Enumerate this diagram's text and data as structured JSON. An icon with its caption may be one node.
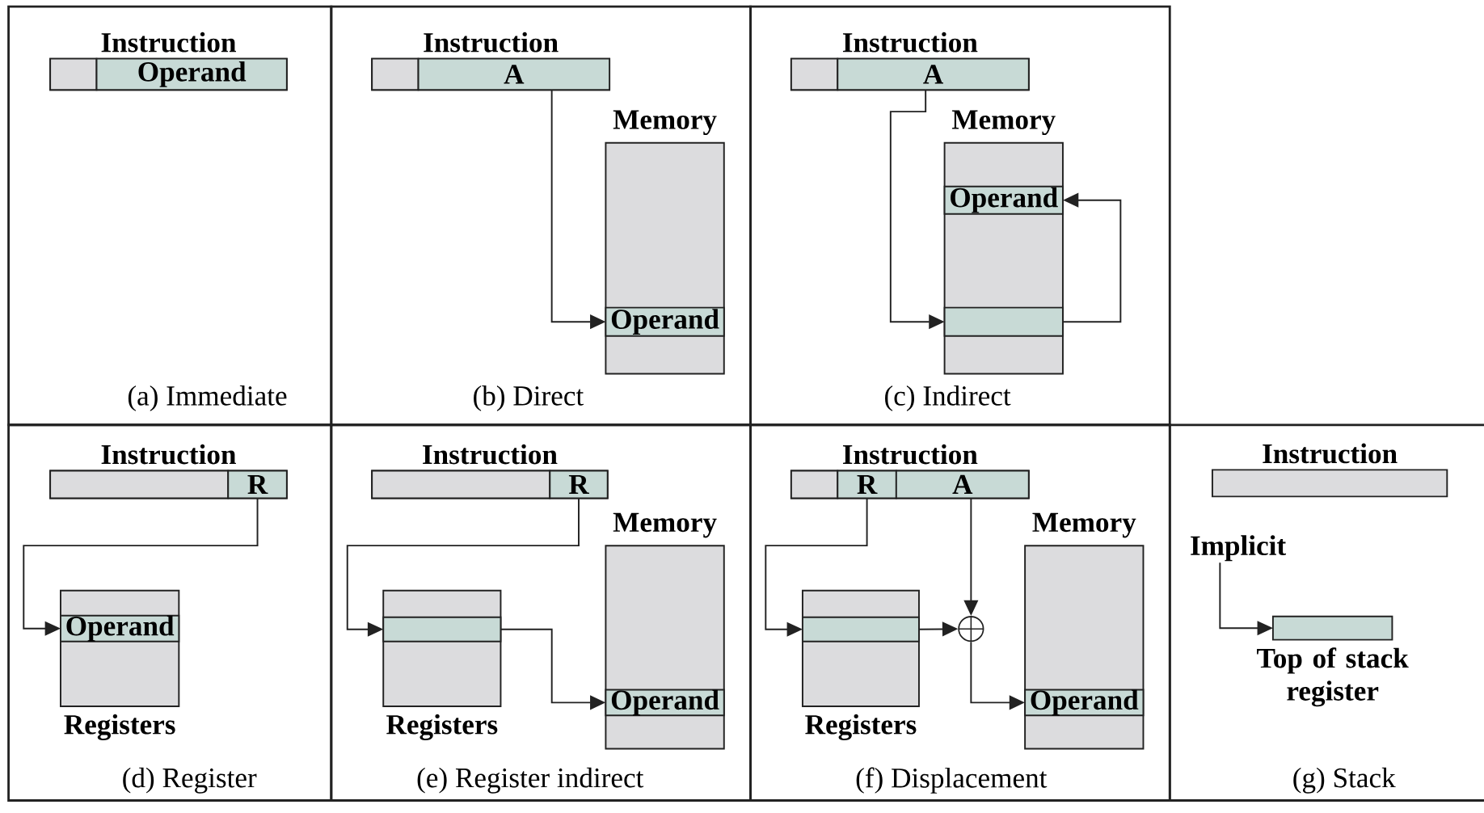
{
  "diagram": {
    "nodes": [
      {
        "text": [
          "(a) Immediate"
        ]
      },
      {
        "text": [
          "Instruction"
        ],
        "in": 0
      },
      {
        "text": [],
        "shape": "box",
        "in": 1
      },
      {
        "text": [
          "Operand"
        ],
        "in": 1
      },
      {
        "text": [
          "(b) Direct"
        ]
      },
      {
        "text": [
          "Instruction"
        ],
        "in": 4
      },
      {
        "text": [],
        "shape": "box",
        "in": 5
      },
      {
        "text": [
          "A"
        ],
        "in": 5
      },
      {
        "text": [
          "Memory"
        ],
        "in": 4
      },
      {
        "text": [
          "Operand"
        ],
        "in": 8
      },
      {
        "text": [
          "(c) Indirect"
        ]
      },
      {
        "text": [
          "Instruction"
        ],
        "in": 10
      },
      {
        "text": [],
        "shape": "box",
        "in": 11
      },
      {
        "text": [
          "A"
        ],
        "in": 11
      },
      {
        "text": [
          "Memory"
        ],
        "in": 10
      },
      {
        "text": [
          "Operand"
        ],
        "in": 14
      },
      {
        "text": [],
        "shape": "box",
        "in": 14
      },
      {
        "text": [
          "(d) Register"
        ]
      },
      {
        "text": [
          "Instruction"
        ],
        "in": 17
      },
      {
        "text": [],
        "shape": "box",
        "in": 18
      },
      {
        "text": [
          "R"
        ],
        "in": 18
      },
      {
        "text": [
          "Registers"
        ],
        "in": 17
      },
      {
        "text": [
          "Operand"
        ],
        "in": 21
      },
      {
        "text": [
          "(e) Register indirect"
        ]
      },
      {
        "text": [
          "Instruction"
        ],
        "in": 23
      },
      {
        "text": [],
        "shape": "box",
        "in": 24
      },
      {
        "text": [
          "R"
        ],
        "in": 24
      },
      {
        "text": [
          "Registers"
        ],
        "in": 23
      },
      {
        "text": [],
        "shape": "box",
        "in": 27
      },
      {
        "text": [
          "Memory"
        ],
        "in": 23
      },
      {
        "text": [
          "Operand"
        ],
        "in": 29
      },
      {
        "text": [
          "(f) Displacement"
        ]
      },
      {
        "text": [
          "Instruction"
        ],
        "in": 31
      },
      {
        "text": [],
        "shape": "box",
        "in": 32
      },
      {
        "text": [
          "R"
        ],
        "in": 32
      },
      {
        "text": [
          "A"
        ],
        "in": 32
      },
      {
        "text": [
          "Registers"
        ],
        "in": 31
      },
      {
        "text": [],
        "shape": "box",
        "in": 36
      },
      {
        "text": [],
        "shape": "circle",
        "in": 31
      },
      {
        "text": [
          "Memory"
        ],
        "in": 31
      },
      {
        "text": [
          "Operand"
        ],
        "in": 39
      },
      {
        "text": [
          "(g) Stack"
        ]
      },
      {
        "text": [
          "Instruction"
        ],
        "in": 41
      },
      {
        "text": [
          "Implicit"
        ],
        "in": 41
      },
      {
        "text": [
          "Top of stack register"
        ],
        "in": 41
      }
    ],
    "edges": [
      {
        "from": 7,
        "to": 9,
        "arrow": "to"
      },
      {
        "from": 13,
        "to": 16,
        "arrow": "to"
      },
      {
        "from": 16,
        "to": 15,
        "arrow": "to"
      },
      {
        "from": 20,
        "to": 22,
        "arrow": "to"
      },
      {
        "from": 26,
        "to": 28,
        "arrow": "to"
      },
      {
        "from": 28,
        "to": 30,
        "arrow": "to"
      },
      {
        "from": 34,
        "to": 37,
        "arrow": "to"
      },
      {
        "from": 35,
        "to": 38,
        "arrow": "to"
      },
      {
        "from": 37,
        "to": 38,
        "arrow": "to"
      },
      {
        "from": 38,
        "to": 40,
        "arrow": "to"
      },
      {
        "from": 43,
        "to": 44,
        "arrow": "to"
      }
    ]
  }
}
